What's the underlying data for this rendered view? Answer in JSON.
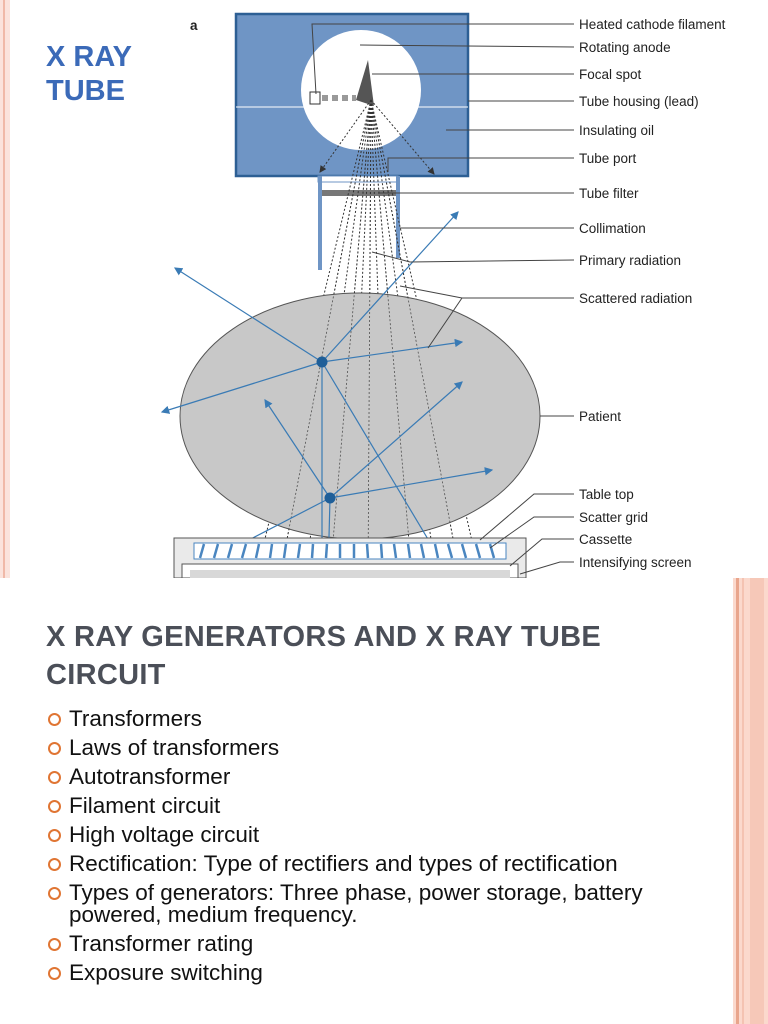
{
  "slide": {
    "title": "X RAY\nTUBE",
    "diagram": {
      "panel_label": "a",
      "labels": [
        "Heated cathode filament",
        "Rotating anode",
        "Focal spot",
        "Tube housing (lead)",
        "Insulating oil",
        "Tube port",
        "Tube filter",
        "Collimation",
        "Primary radiation",
        "Scattered radiation",
        "Patient",
        "Table top",
        "Scatter grid",
        "Cassette",
        "Intensifying screen"
      ],
      "colors": {
        "housing": "#6f95c5",
        "housing_border": "#2d5f94",
        "patient": "#c8c8c8",
        "scatter": "#3a7bb5",
        "grid": "#4a86c0"
      }
    },
    "section_title": "X RAY GENERATORS AND X RAY TUBE CIRCUIT",
    "bullets": [
      "Transformers",
      "Laws of transformers",
      "Autotransformer",
      "Filament circuit",
      "High voltage circuit",
      "Rectification: Type of rectifiers and types of rectification",
      "Types of generators: Three phase, power storage, battery powered, medium frequency.",
      "Transformer rating",
      "Exposure switching"
    ],
    "accent_color": "#e07533",
    "title_color": "#3b6ab8"
  }
}
